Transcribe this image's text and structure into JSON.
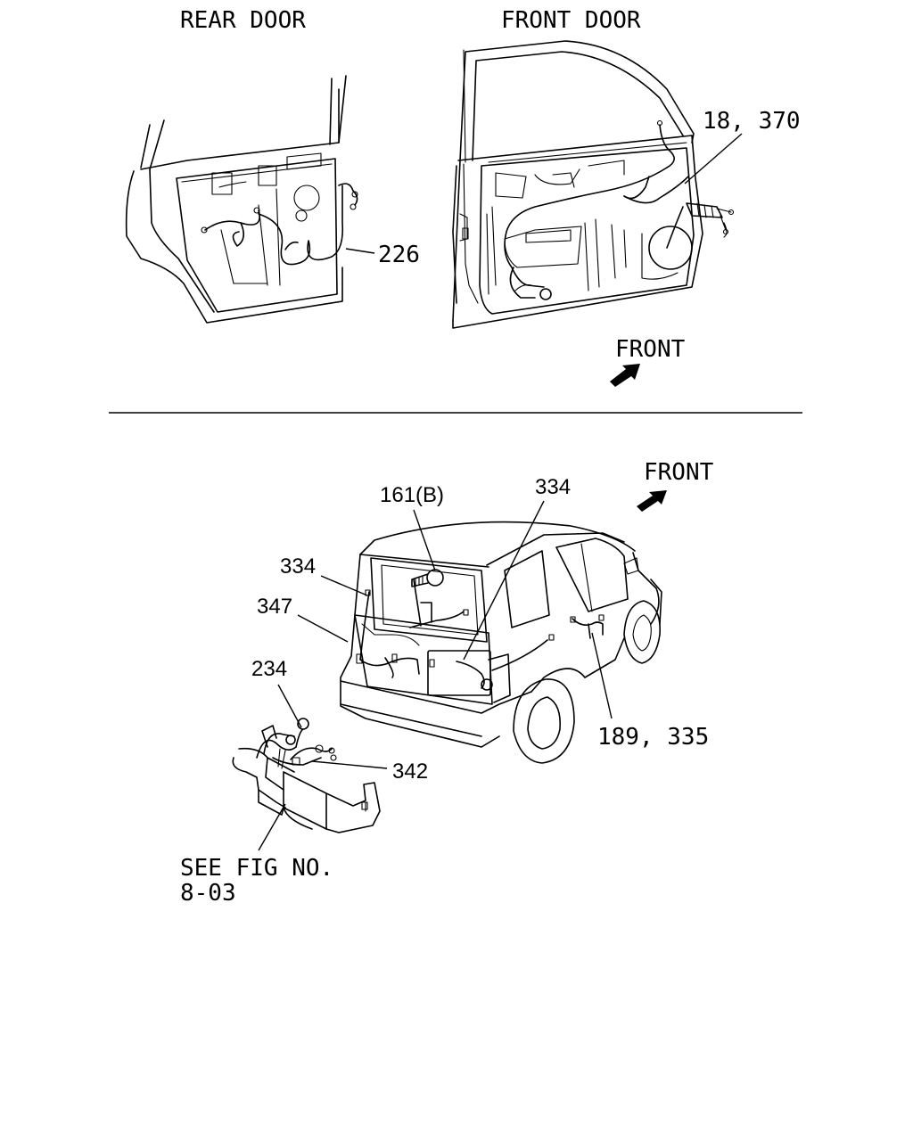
{
  "top_section": {
    "rear_door": {
      "title": "REAR DOOR",
      "callout": "226"
    },
    "front_door": {
      "title": "FRONT DOOR",
      "callout": "18, 370",
      "front_label": "FRONT"
    }
  },
  "bottom_section": {
    "front_label": "FRONT",
    "callouts": {
      "c161": "161(B)",
      "c334_top": "334",
      "c334_left": "334",
      "c347": "347",
      "c234": "234",
      "c342": "342",
      "c189": "189, 335"
    },
    "reference_line1": "SEE FIG NO.",
    "reference_line2": "8-03"
  }
}
